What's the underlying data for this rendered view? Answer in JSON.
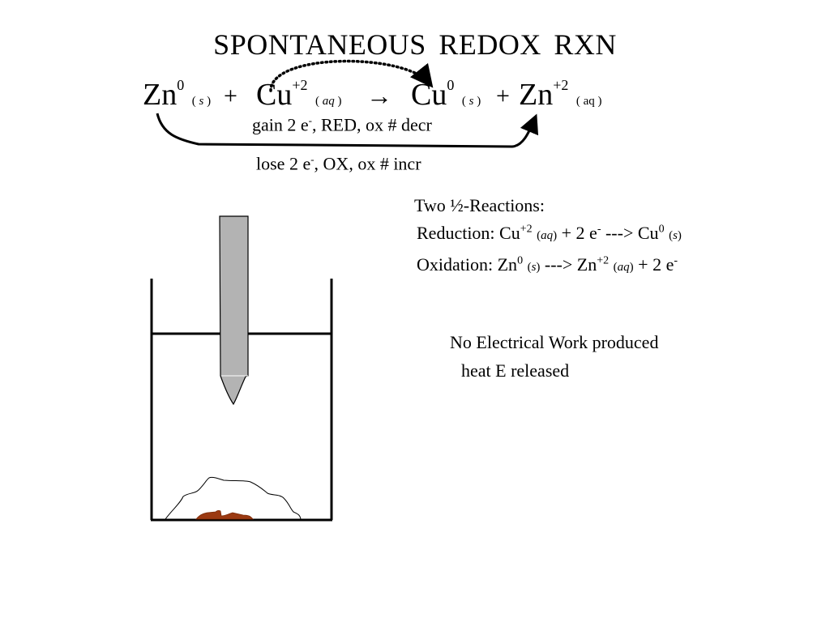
{
  "title": "SPONTANEOUS  REDOX  RXN",
  "equation": {
    "reactant1": {
      "symbol": "Zn",
      "charge": "0",
      "state": "s"
    },
    "plus1": "+",
    "reactant2": {
      "symbol": "Cu",
      "charge": "+2",
      "state": "aq"
    },
    "arrow": "→",
    "product1": {
      "symbol": "Cu",
      "charge": "0",
      "state": "s"
    },
    "plus2": "+",
    "product2": {
      "symbol": "Zn",
      "charge": "+2",
      "state": "aq"
    }
  },
  "annotations": {
    "reduction_pre": "gain 2 e",
    "reduction_sup": "-",
    "reduction_post": ", RED, ox # decr",
    "oxidation_pre": "lose 2 e",
    "oxidation_sup": "-",
    "oxidation_post": ", OX, ox # incr"
  },
  "half_reactions": {
    "heading": "Two ½-Reactions:",
    "reduction": {
      "label": "Reduction: ",
      "r_sym": "Cu",
      "r_chg": "+2",
      "r_state": "aq",
      "mid": " + 2 e",
      "e_chg": "-",
      "arrow": " ---> ",
      "p_sym": "Cu",
      "p_chg": "0",
      "p_state": "s"
    },
    "oxidation": {
      "label": "Oxidation:  ",
      "r_sym": "Zn",
      "r_chg": "0",
      "r_state": "s",
      "arrow": " ---> ",
      "p_sym": "Zn",
      "p_chg": "+2",
      "p_state": "aq",
      "tail": " + 2 e",
      "e_chg": "-"
    }
  },
  "notes": {
    "line1": "No Electrical Work produced",
    "line2": "heat E released"
  },
  "colors": {
    "electrode": "#b3b3b3",
    "copper_deposit": "#9b3a12",
    "outline": "#000000"
  }
}
